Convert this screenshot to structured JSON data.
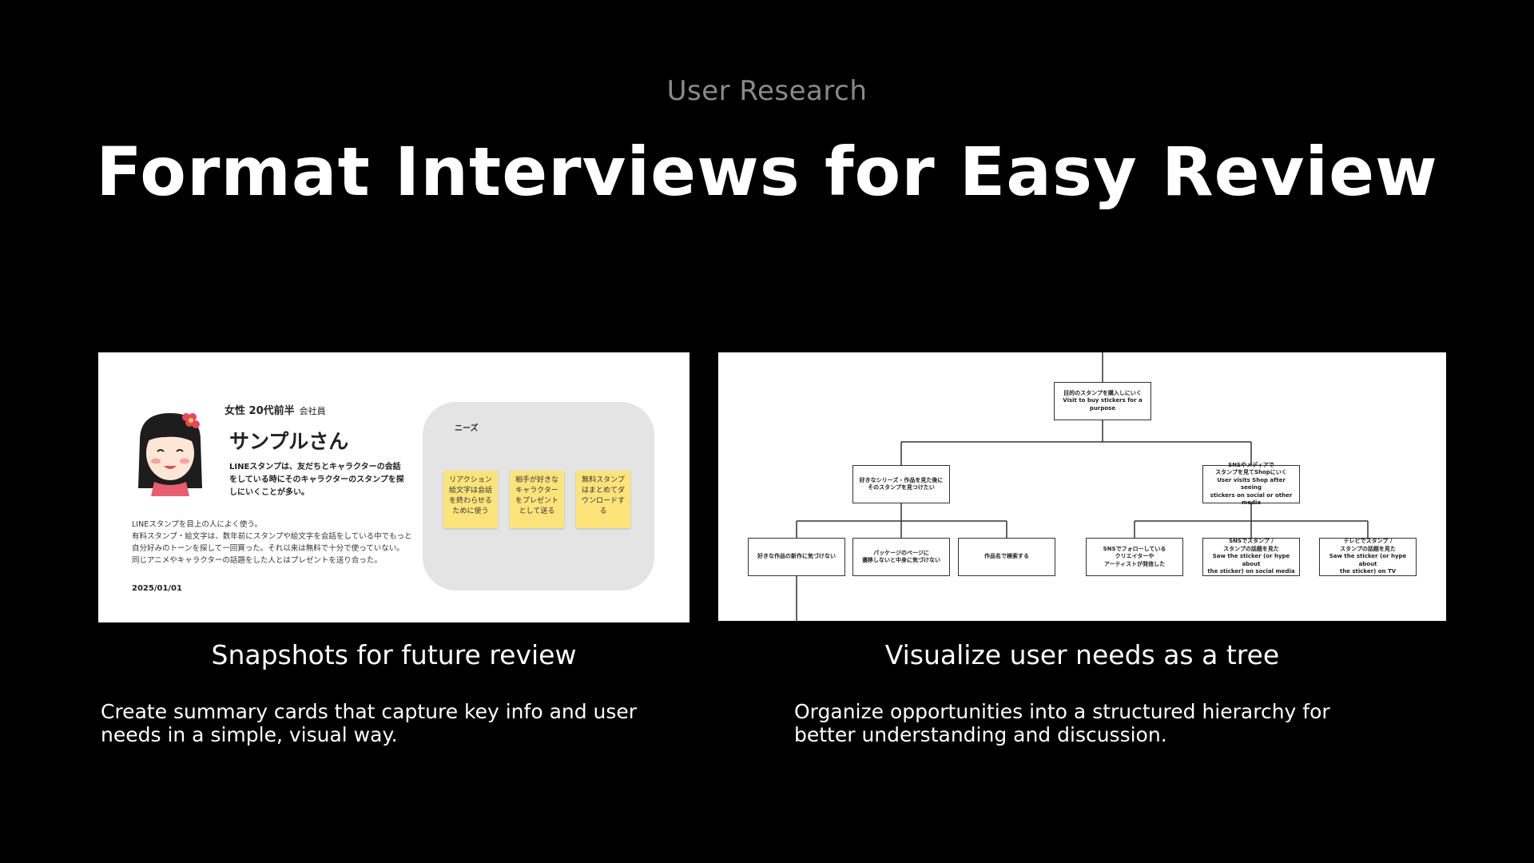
{
  "header": {
    "eyebrow": "User Research",
    "title": "Format Interviews for Easy Review"
  },
  "persona_card": {
    "demographic": "女性 20代前半",
    "occupation": "会社員",
    "name": "サンプルさん",
    "quote": "LINEスタンプは、友だちとキャラクターの会話をしている時にそのキャラクターのスタンプを探しにいくことが多い。",
    "notes": [
      "LINEスタンプを目上の人によく使う。",
      "有料スタンプ・絵文字は、数年前にスタンプや絵文字を会話をしている中でもっと自分好みのトーンを探して一回買った。それ以来は無料で十分で使っていない。",
      "同じアニメやキャラクターの話題をした人とはプレゼントを送り合った。"
    ],
    "date": "2025/01/01",
    "needs_title": "ニーズ",
    "needs": [
      "リアクション絵文字は会話を終わらせるために使う",
      "相手が好きなキャラクターをプレゼントとして送る",
      "無料スタンプはまとめてダウンロードする"
    ]
  },
  "tree": {
    "root": {
      "line1": "目的のスタンプを購入しにいく",
      "line2": "Visit to buy stickers for a purpose"
    },
    "branches": [
      {
        "line1": "好きなシリーズ・作品を見た後に",
        "line2": "そのスタンプを見つけたい"
      },
      {
        "line1": "SNSやメディアで",
        "line2": "スタンプを見てShopにいく",
        "line3": "User visits Shop after seeing",
        "line4": "stickers on social or other media"
      }
    ],
    "leaves": [
      {
        "line1": "好きな作品の新作に気づけない"
      },
      {
        "line1": "パッケージのページに",
        "line2": "遷移しないと中身に気づけない"
      },
      {
        "line1": "作品名で検索する"
      },
      {
        "line1": "SNSでフォローしている",
        "line2": "クリエイターや",
        "line3": "アーティストが発信した"
      },
      {
        "line1": "SNSでスタンプ /",
        "line2": "スタンプの話題を見た",
        "line3": "Saw the sticker (or hype about",
        "line4": "the sticker) on social media"
      },
      {
        "line1": "テレビでスタンプ /",
        "line2": "スタンプの話題を見た",
        "line3": "Saw the sticker (or hype about",
        "line4": "the sticker) on TV"
      }
    ]
  },
  "left_caption": {
    "title": "Snapshots for future review",
    "desc_line1": "Create summary cards that capture key info and user",
    "desc_line2": "needs in a simple, visual way."
  },
  "right_caption": {
    "title": "Visualize user needs as a tree",
    "desc_line1": "Organize opportunities into a structured hierarchy for",
    "desc_line2": "better understanding and discussion."
  },
  "colors": {
    "background": "#000000",
    "eyebrow": "#8a8a8a",
    "sticky": "#fde47a",
    "needs_panel": "#e4e4e4"
  }
}
